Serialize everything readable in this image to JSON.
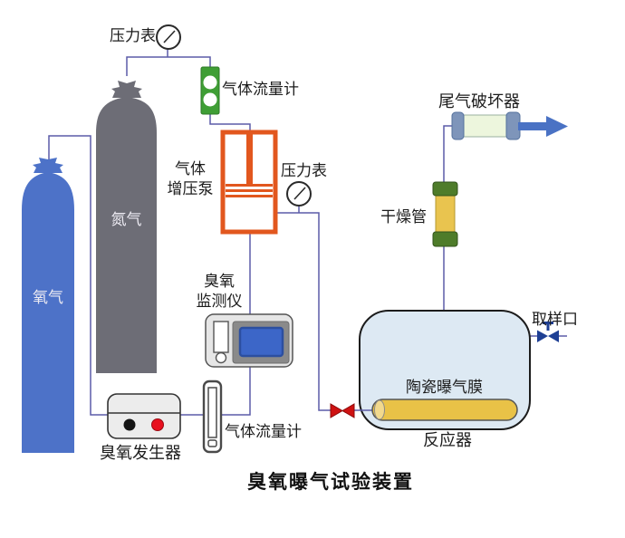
{
  "diagram": {
    "title": "臭氧曝气试验装置",
    "components": {
      "oxygen_cylinder": {
        "label": "氧气"
      },
      "nitrogen_cylinder": {
        "label": "氮气"
      },
      "pressure_gauge_top": {
        "label": "压力表"
      },
      "gas_flow_meter_top": {
        "label": "气体流量计"
      },
      "gas_booster_pump": {
        "label_line1": "气体",
        "label_line2": "增压泵"
      },
      "pressure_gauge_mid": {
        "label": "压力表"
      },
      "ozone_monitor": {
        "label_line1": "臭氧",
        "label_line2": "监测仪"
      },
      "ozone_generator": {
        "label": "臭氧发生器"
      },
      "gas_flow_meter_bottom": {
        "label": "气体流量计"
      },
      "tail_gas_destructor": {
        "label": "尾气破坏器"
      },
      "drying_tube": {
        "label": "干燥管"
      },
      "sampling_port": {
        "label": "取样口"
      },
      "ceramic_aeration_membrane": {
        "label": "陶瓷曝气膜"
      },
      "reactor": {
        "label": "反应器"
      }
    },
    "colors": {
      "pipe": "#5c5ca8",
      "oxygen_cylinder_blue": "#4d72c8",
      "nitrogen_cylinder_gray": "#6d6d76",
      "flow_meter_green": "#3f9e35",
      "pump_orange": "#e2571e",
      "monitor_screen_blue": "#3c66c8",
      "generator_knob_black": "#151515",
      "generator_knob_red": "#e8101e",
      "destructor_cap_blue": "#7e95ba",
      "destructor_body_green": "#edf6dd",
      "drying_cap_green": "#4e7c2a",
      "drying_body_yellow": "#e9c44f",
      "reactor_fill_blue": "#dde9f3",
      "membrane_yellow": "#e9c247",
      "valve_red": "#cf1212",
      "valve_blue": "#1e3f94",
      "arrow_blue": "#4a72c4"
    }
  }
}
